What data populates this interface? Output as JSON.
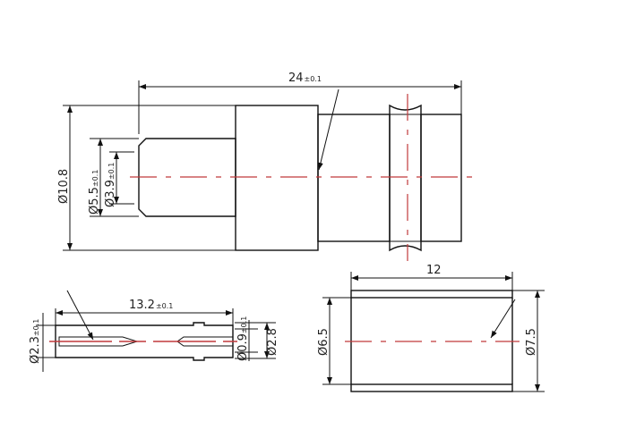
{
  "drawing": {
    "connector": {
      "length": "24",
      "length_tol": "±0.1",
      "nut_dia": "Ø10.8",
      "crimp_outer": "Ø5.5",
      "crimp_outer_tol": "±0.1",
      "crimp_inner": "Ø3.9",
      "crimp_inner_tol": "±0.1"
    },
    "pin": {
      "length": "13.2",
      "length_tol": "±0.1",
      "dia": "Ø2.3",
      "dia_tol": "±0.1",
      "bore": "Ø0.9",
      "bore_tol": "±0.1",
      "shoulder": "Ø2.8"
    },
    "ferrule": {
      "length": "12",
      "inner_dia": "Ø6.5",
      "outer_dia": "Ø7.5"
    },
    "colors": {
      "centerline": "#c0393b",
      "line": "#111111"
    }
  }
}
